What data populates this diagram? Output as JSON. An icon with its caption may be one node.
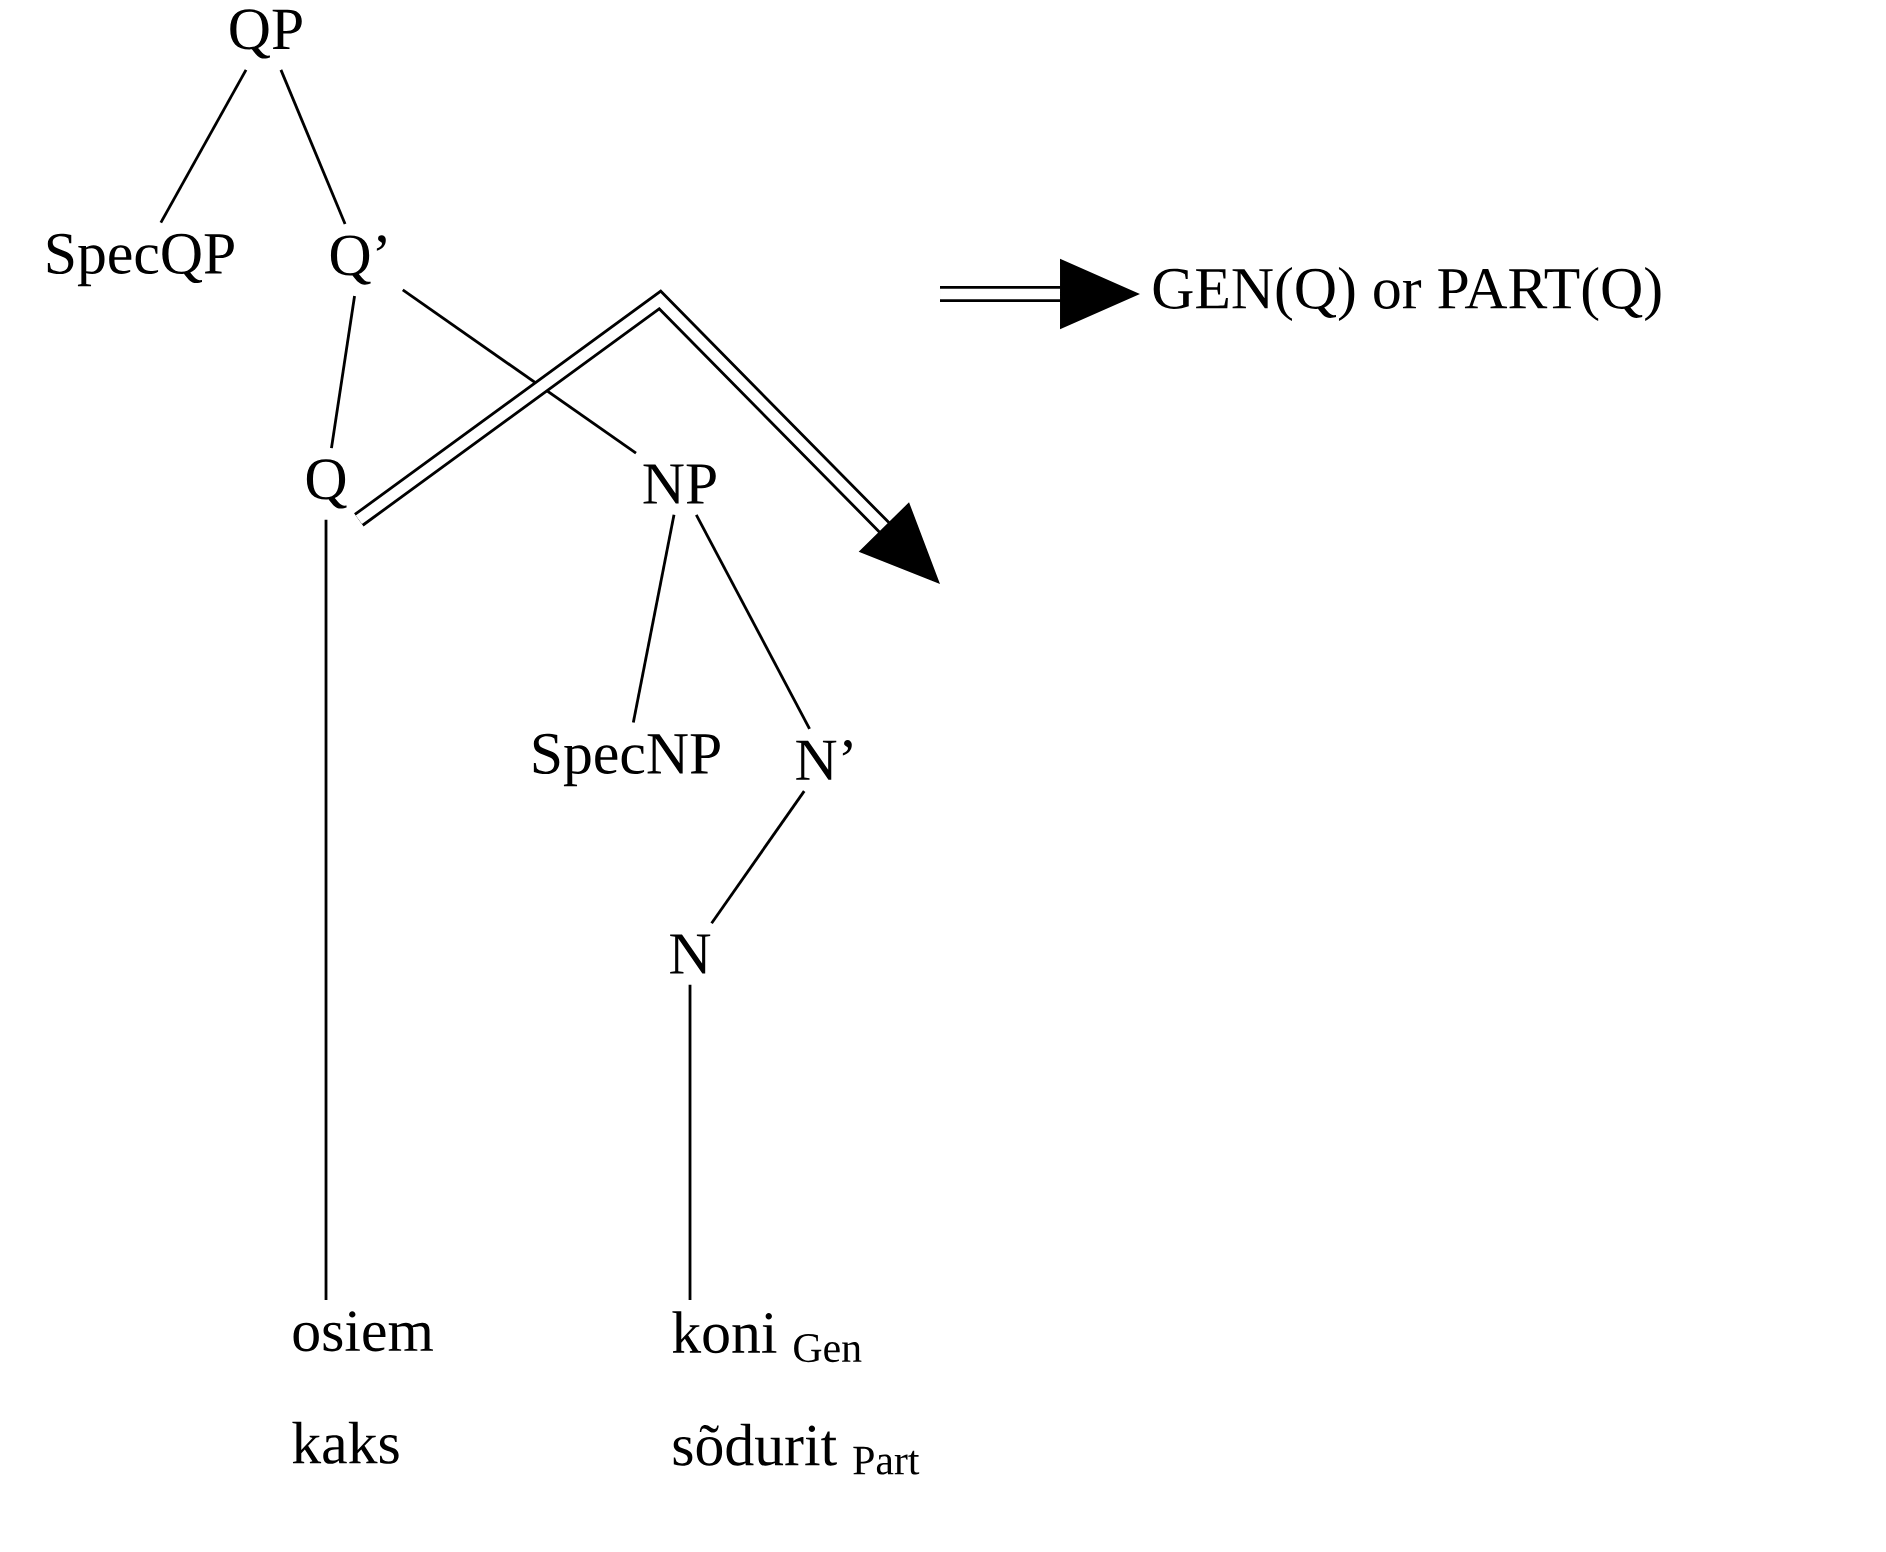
{
  "diagram": {
    "nodes": [
      {
        "text": [
          "QP"
        ]
      },
      {
        "text": [
          "SpecQP"
        ]
      },
      {
        "text": [
          "Q’"
        ]
      },
      {
        "text": [
          "Q"
        ]
      },
      {
        "text": [
          "NP"
        ]
      },
      {
        "text": [
          "SpecNP"
        ]
      },
      {
        "text": [
          "N’"
        ]
      },
      {
        "text": [
          "N"
        ]
      },
      {
        "text": [
          "osiem",
          "kaks"
        ]
      },
      {
        "text": [
          "koni $_{Gen}$",
          "sõdurit $_{Part}$"
        ]
      },
      {
        "text": [
          "GEN(Q) or PART(Q)"
        ]
      }
    ],
    "edges": [
      {
        "from": 0,
        "to": 1,
        "arrow": "none"
      },
      {
        "from": 0,
        "to": 2,
        "arrow": "none"
      },
      {
        "from": 2,
        "to": 3,
        "arrow": "none"
      },
      {
        "from": 2,
        "to": 4,
        "arrow": "none"
      },
      {
        "from": 4,
        "to": 5,
        "arrow": "none"
      },
      {
        "from": 4,
        "to": 6,
        "arrow": "none"
      },
      {
        "from": 6,
        "to": 7,
        "arrow": "none"
      },
      {
        "from": 3,
        "to": 8,
        "arrow": "none"
      },
      {
        "from": 7,
        "to": 9,
        "arrow": "none"
      },
      {
        "from": 3,
        "to": null,
        "arrow": "to",
        "style": "thick"
      },
      {
        "from": null,
        "to": 10,
        "arrow": "to",
        "style": "thick"
      }
    ]
  }
}
